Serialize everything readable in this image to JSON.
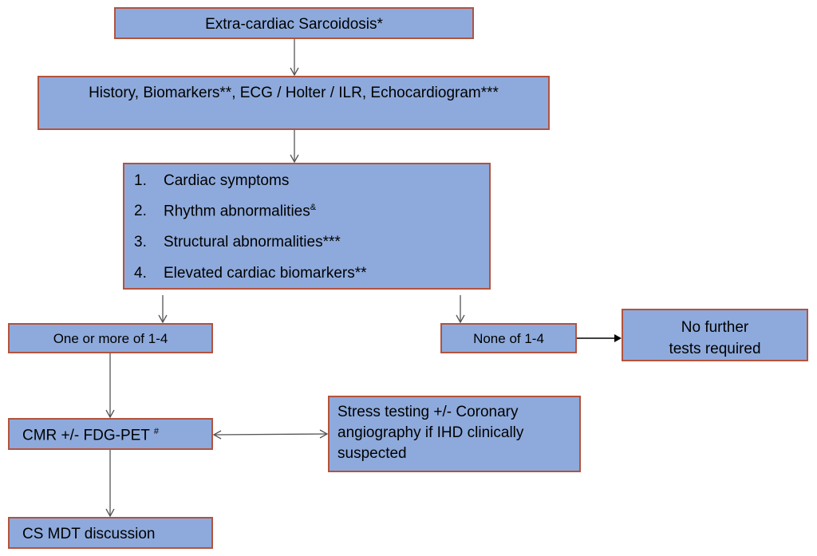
{
  "nodes": {
    "start": {
      "label": "Extra-cardiac Sarcoidosis*"
    },
    "assessment": {
      "label": "History, Biomarkers**, ECG / Holter / ILR, Echocardiogram***"
    },
    "criteria": {
      "items": [
        {
          "num": "1.",
          "text": "Cardiac symptoms",
          "sup": ""
        },
        {
          "num": "2.",
          "text": "Rhythm abnormalities",
          "sup": "&"
        },
        {
          "num": "3.",
          "text": "Structural abnormalities***",
          "sup": ""
        },
        {
          "num": "4.",
          "text": "Elevated cardiac biomarkers**",
          "sup": ""
        }
      ]
    },
    "one_or_more": {
      "label": "One or more of 1-4"
    },
    "none": {
      "label": "None of 1-4"
    },
    "no_further": {
      "line1": "No further",
      "line2": "tests",
      "line3": "required"
    },
    "cmr": {
      "label": "CMR +/- FDG-PET ",
      "sup": "#"
    },
    "stress": {
      "line1": "Stress testing +/- Coronary",
      "line2": "angiography if IHD clinically",
      "line3": "suspected"
    },
    "mdt": {
      "label": "CS MDT discussion"
    }
  },
  "colors": {
    "box_fill": "#8eaadc",
    "box_border": "#b3533d",
    "arrow": "#555555",
    "arrow_bold": "#000000"
  }
}
